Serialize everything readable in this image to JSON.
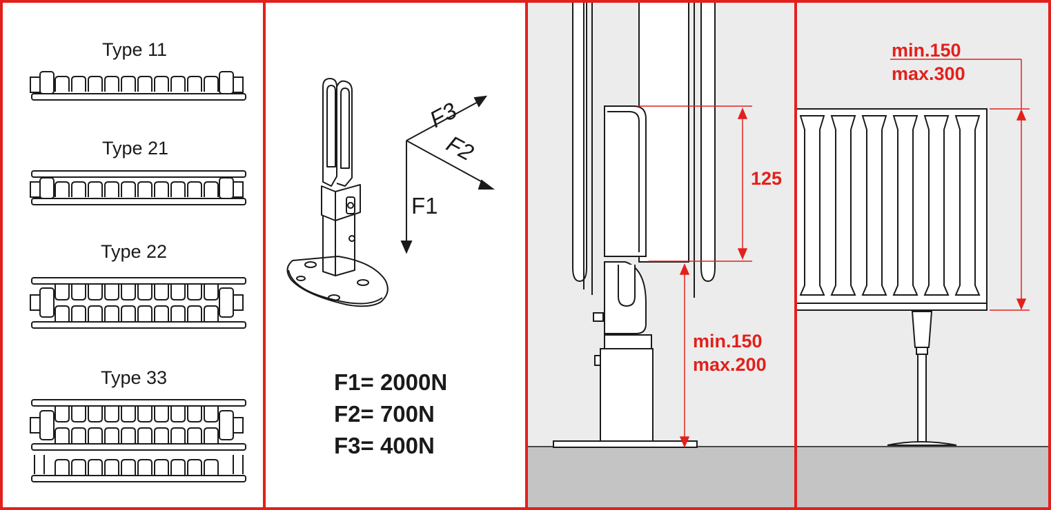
{
  "panel_types": {
    "items": [
      {
        "label": "Type 11"
      },
      {
        "label": "Type 21"
      },
      {
        "label": "Type 22"
      },
      {
        "label": "Type 33"
      }
    ]
  },
  "panel_forces": {
    "arrows": [
      "F3",
      "F2",
      "F1"
    ],
    "values": [
      "F1= 2000N",
      "F2= 700N",
      "F3= 400N"
    ]
  },
  "panel_side": {
    "dim_bracket": "125",
    "dim_floor_min": "min.150",
    "dim_floor_max": "max.200"
  },
  "panel_front": {
    "dim_min": "min.150",
    "dim_max": "max.300"
  },
  "colors": {
    "accent": "#e2201c",
    "line": "#1a1a1a",
    "background_light": "#ececec",
    "floor": "#c4c4c4"
  }
}
